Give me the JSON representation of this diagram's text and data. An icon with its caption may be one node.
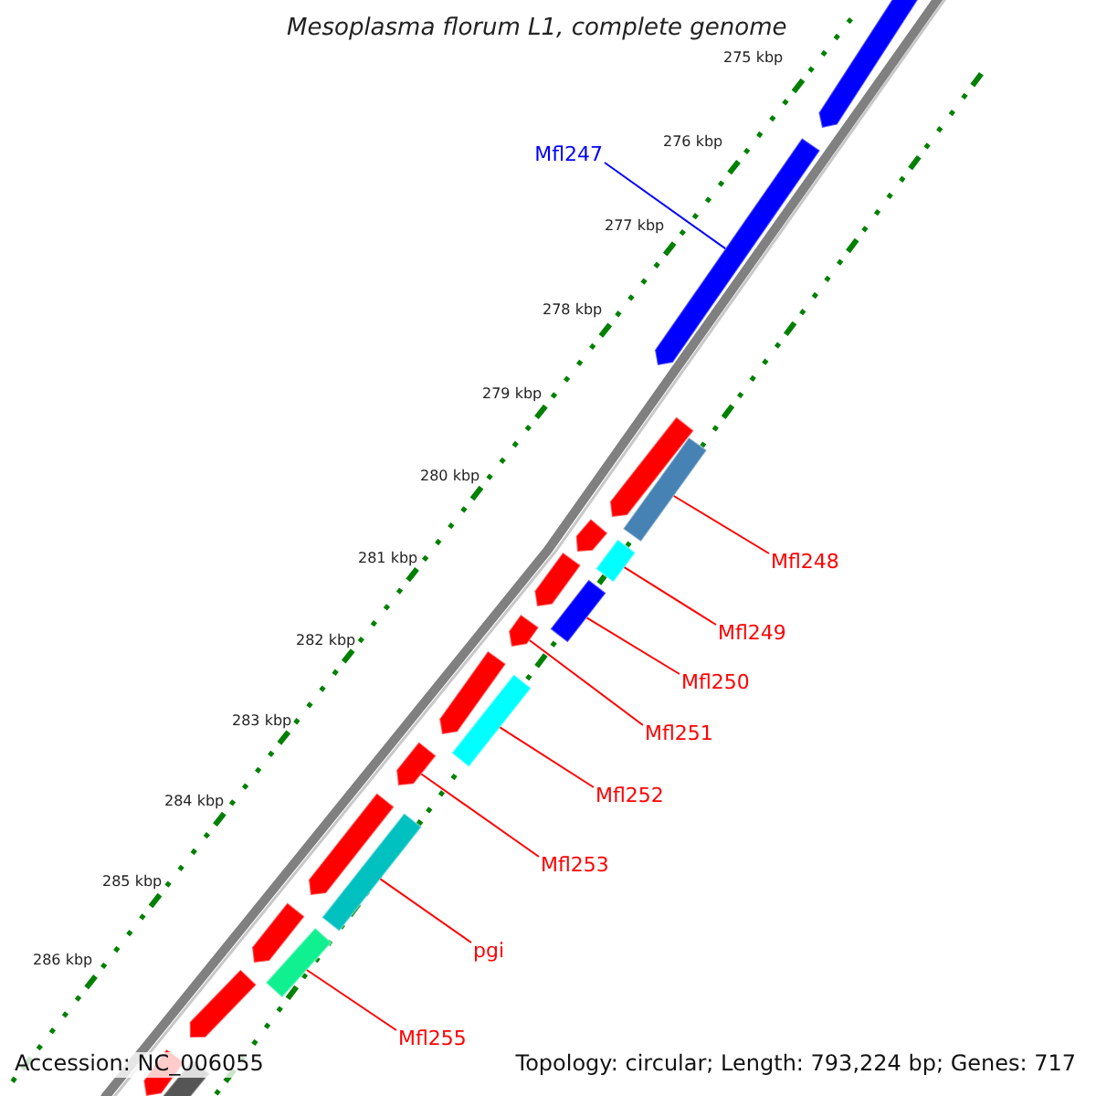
{
  "diagram": {
    "title": "Mesoplasma florum L1, complete genome",
    "nodes": [
      {
        "text": [],
        "shape": "bar"
      },
      {
        "text": [],
        "shape": "bar"
      },
      {
        "text": [],
        "shape": "bar"
      },
      {
        "text": [],
        "shape": "bar"
      },
      {
        "text": [],
        "shape": "bar"
      },
      {
        "text": [],
        "shape": "bar"
      },
      {
        "text": [],
        "shape": "bar"
      },
      {
        "text": [],
        "shape": "bar"
      },
      {
        "text": [],
        "shape": "bar"
      },
      {
        "text": [],
        "shape": "bar"
      },
      {
        "text": [],
        "shape": "bar"
      },
      {
        "text": [],
        "shape": "bar"
      },
      {
        "text": [],
        "shape": "bar"
      },
      {
        "text": [],
        "shape": "bar"
      },
      {
        "text": [],
        "shape": "bar"
      },
      {
        "text": [],
        "shape": "bar"
      },
      {
        "text": [],
        "shape": "bar"
      },
      {
        "text": [],
        "shape": "bar"
      },
      {
        "text": [],
        "shape": "bar"
      },
      {
        "text": [
          "Mfl247"
        ]
      },
      {
        "text": [
          "Mfl248"
        ]
      },
      {
        "text": [
          "Mfl249"
        ]
      },
      {
        "text": [
          "Mfl250"
        ]
      },
      {
        "text": [
          "Mfl251"
        ]
      },
      {
        "text": [
          "Mfl252"
        ]
      },
      {
        "text": [
          "Mfl253"
        ]
      },
      {
        "text": [
          "pgi"
        ]
      },
      {
        "text": [
          "Mfl255"
        ]
      }
    ],
    "edges": [
      {
        "from": 19,
        "to": 1,
        "arrow": "none",
        "color": "#0000ff"
      },
      {
        "from": 20,
        "to": 3,
        "arrow": "none"
      },
      {
        "from": 21,
        "to": 5,
        "arrow": "none"
      },
      {
        "from": 22,
        "to": 7,
        "arrow": "none"
      },
      {
        "from": 23,
        "to": 8,
        "arrow": "none"
      },
      {
        "from": 24,
        "to": 10,
        "arrow": "none"
      },
      {
        "from": 25,
        "to": 11,
        "arrow": "none"
      },
      {
        "from": 26,
        "to": 13,
        "arrow": "none"
      },
      {
        "from": 27,
        "to": 15,
        "arrow": "none"
      }
    ],
    "labels": [
      "275 kbp",
      "276 kbp",
      "277 kbp",
      "278 kbp",
      "279 kbp",
      "280 kbp",
      "281 kbp",
      "282 kbp",
      "283 kbp",
      "284 kbp",
      "285 kbp",
      "286 kbp",
      "Accession: NC_006055",
      "Topology: circular; Length: 793,224 bp; Genes: 717"
    ]
  }
}
